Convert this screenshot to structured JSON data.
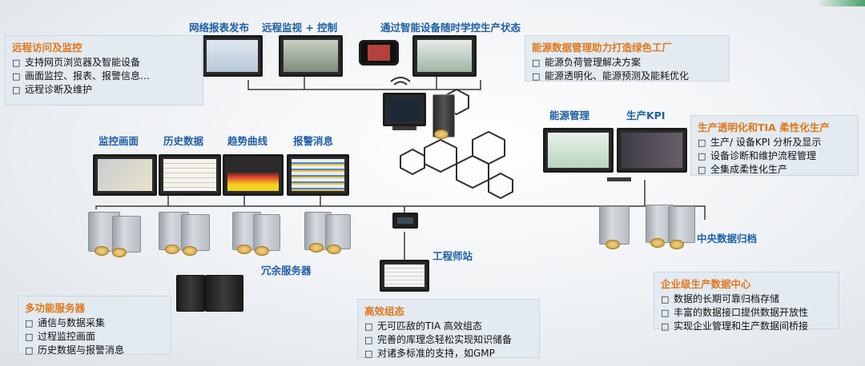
{
  "labels": {
    "web_report": "网络报表发布",
    "remote_monitor": "远程监视 + 控制",
    "smart_device": "通过智能设备随时学控生产状态",
    "monitor_screen": "监控画面",
    "history_data": "历史数据",
    "trend_curve": "趋势曲线",
    "alarm_msg": "报警消息",
    "energy_mgmt": "能源管理",
    "production_kpi": "生产KPI",
    "redundant_server": "冗余服务器",
    "engineer_station": "工程师站",
    "central_archive": "中央数据归档"
  },
  "boxes": {
    "remote_access": {
      "title": "远程访问及监控",
      "items": [
        "支持网页浏览器及智能设备",
        "画面监控、报表、报警信息…",
        "远程诊断及维护"
      ]
    },
    "energy": {
      "title": "能源数据管理助力打造绿色工厂",
      "items": [
        "能源负荷管理解决方案",
        "能源透明化、能源预测及能耗优化"
      ]
    },
    "transparency": {
      "title": "生产透明化和TIA 柔性化生产",
      "items": [
        "生产/ 设备KPI 分析及显示",
        "设备诊断和维护流程管理",
        "全集成柔性化生产"
      ]
    },
    "multi_server": {
      "title": "多功能服务器",
      "items": [
        "通信与数据采集",
        "过程监控画面",
        "历史数据与报警消息"
      ]
    },
    "efficient_config": {
      "title": "高效组态",
      "items": [
        "无可匹敌的TIA 高效组态",
        "完善的库理念轻松实现知识储备",
        "对诸多标准的支持，如GMP"
      ]
    },
    "enterprise_center": {
      "title": "企业级生产数据中心",
      "items": [
        "数据的长期可靠归档存储",
        "丰富的数据接口提供数据开放性",
        "实现企业管理和生产数据间桥接"
      ]
    }
  },
  "colors": {
    "label_blue": "#1f5fa8",
    "title_orange": "#e0781c",
    "box_bg": "#e2e9f0",
    "network_line": "#3b3b3b"
  }
}
